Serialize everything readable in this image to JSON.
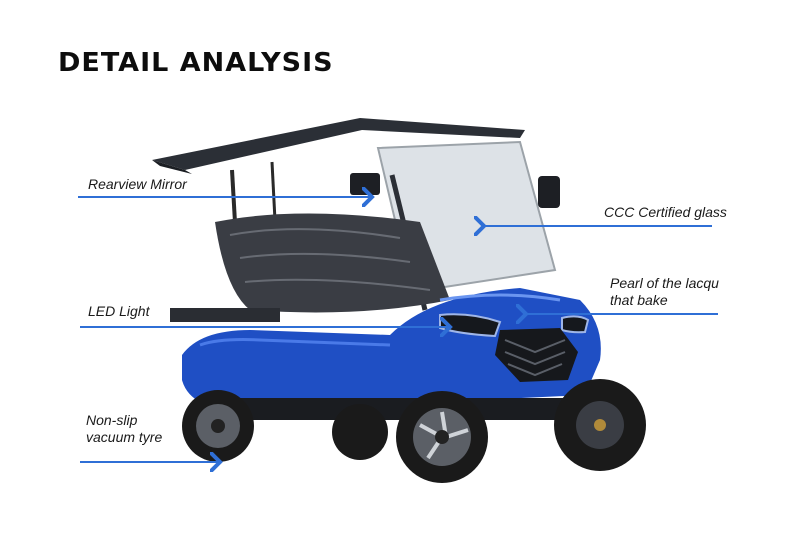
{
  "title": "DETAIL ANALYSIS",
  "colors": {
    "accent": "#2f6fd6",
    "body_blue": "#1f4fc4",
    "roof": "#2b2f36",
    "title": "#0d0d0d"
  },
  "labels": {
    "rearview_mirror": "Rearview Mirror",
    "ccc_glass": "CCC Certified glass",
    "pearl_line1": "Pearl of the lacqu",
    "pearl_line2": "that bake",
    "led_light": "LED Light",
    "tyre_line1": "Non-slip",
    "tyre_line2": "vacuum tyre"
  },
  "image": {
    "subject": "blue-golf-cart-icon"
  }
}
